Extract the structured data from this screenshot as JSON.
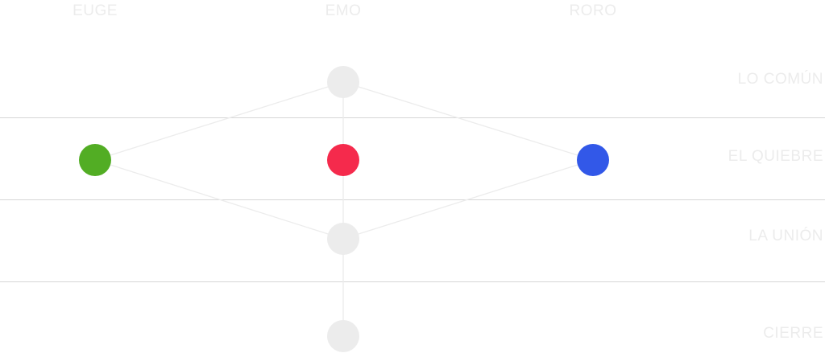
{
  "columns": {
    "euge": "EUGE",
    "emo": "EMO",
    "roro": "RORO"
  },
  "rows": {
    "comun": "LO COMÚN",
    "quiebre": "EL QUIEBRE",
    "union": "LA UNIÓN",
    "cierre": "CIERRE"
  },
  "colors": {
    "neutral_node": "#ececec",
    "euge_node": "#52ad24",
    "emo_node": "#f52a4c",
    "roro_node": "#3258e8",
    "edge": "#ececec",
    "divider": "#d6d6d6",
    "label": "#ececec"
  }
}
